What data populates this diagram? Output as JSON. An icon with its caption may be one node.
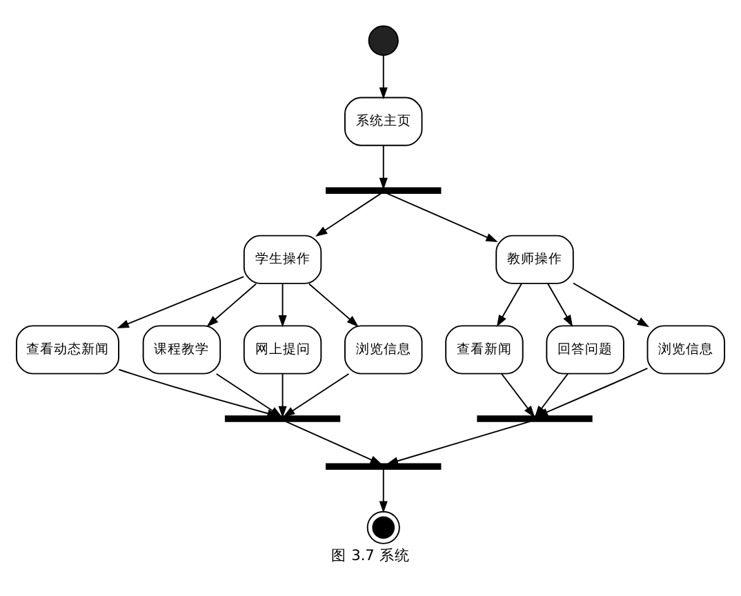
{
  "diagram": {
    "caption": "图 3.7 系统",
    "nodes": [
      {
        "text": [],
        "shape": "circle"
      },
      {
        "text": [
          "系统主页"
        ]
      },
      {
        "text": [],
        "shape": "bar"
      },
      {
        "text": [
          "学生操作"
        ]
      },
      {
        "text": [
          "教师操作"
        ]
      },
      {
        "text": [
          "查看动态新闻"
        ]
      },
      {
        "text": [
          "课程教学"
        ]
      },
      {
        "text": [
          "网上提问"
        ]
      },
      {
        "text": [
          "浏览信息"
        ]
      },
      {
        "text": [
          "查看新闻"
        ]
      },
      {
        "text": [
          "回答问题"
        ]
      },
      {
        "text": [
          "浏览信息"
        ]
      },
      {
        "text": [],
        "shape": "bar"
      },
      {
        "text": [],
        "shape": "bar"
      },
      {
        "text": [],
        "shape": "bar"
      },
      {
        "text": [],
        "shape": "circle"
      }
    ],
    "edges": [
      {
        "from": 0,
        "to": 1,
        "arrow": "to"
      },
      {
        "from": 1,
        "to": 2,
        "arrow": "to"
      },
      {
        "from": 2,
        "to": 3,
        "arrow": "to"
      },
      {
        "from": 2,
        "to": 4,
        "arrow": "to"
      },
      {
        "from": 3,
        "to": 5,
        "arrow": "to"
      },
      {
        "from": 3,
        "to": 6,
        "arrow": "to"
      },
      {
        "from": 3,
        "to": 7,
        "arrow": "to"
      },
      {
        "from": 3,
        "to": 8,
        "arrow": "to"
      },
      {
        "from": 4,
        "to": 9,
        "arrow": "to"
      },
      {
        "from": 4,
        "to": 10,
        "arrow": "to"
      },
      {
        "from": 4,
        "to": 11,
        "arrow": "to"
      },
      {
        "from": 5,
        "to": 12,
        "arrow": "to"
      },
      {
        "from": 6,
        "to": 12,
        "arrow": "to"
      },
      {
        "from": 7,
        "to": 12,
        "arrow": "to"
      },
      {
        "from": 8,
        "to": 12,
        "arrow": "to"
      },
      {
        "from": 9,
        "to": 13,
        "arrow": "to"
      },
      {
        "from": 10,
        "to": 13,
        "arrow": "to"
      },
      {
        "from": 11,
        "to": 13,
        "arrow": "to"
      },
      {
        "from": 12,
        "to": 14,
        "arrow": "to"
      },
      {
        "from": 13,
        "to": 14,
        "arrow": "to"
      },
      {
        "from": 14,
        "to": 15,
        "arrow": "to"
      }
    ]
  }
}
